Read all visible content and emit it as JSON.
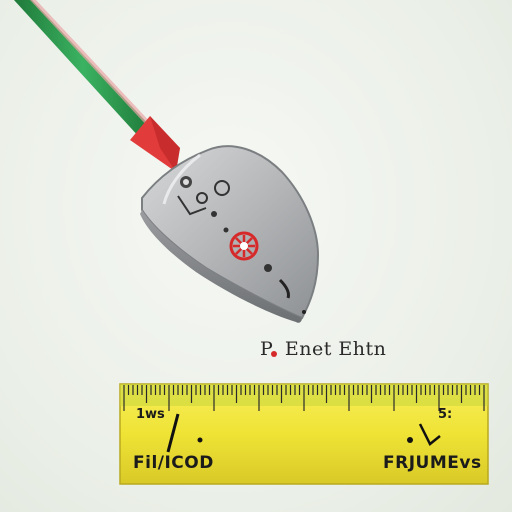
{
  "caption": {
    "lead": "P",
    "text": "Enet Ehtn"
  },
  "ruler": {
    "top_left_text": "1ws",
    "top_right_text": "5:",
    "bottom_left_text": "Fil/ICOD",
    "bottom_right_text": "FRJUMEvs"
  },
  "colors": {
    "background": "#eef2ec",
    "cable_green": "#2c9b4e",
    "tip_red": "#e23b3b",
    "blade_silver": "#b7b9bb",
    "ruler_yellow": "#f3e63a",
    "emblem_red": "#d62a2a"
  },
  "icons": {
    "tool": "trowel-shovel-icon",
    "measure": "tape-measure-icon"
  }
}
